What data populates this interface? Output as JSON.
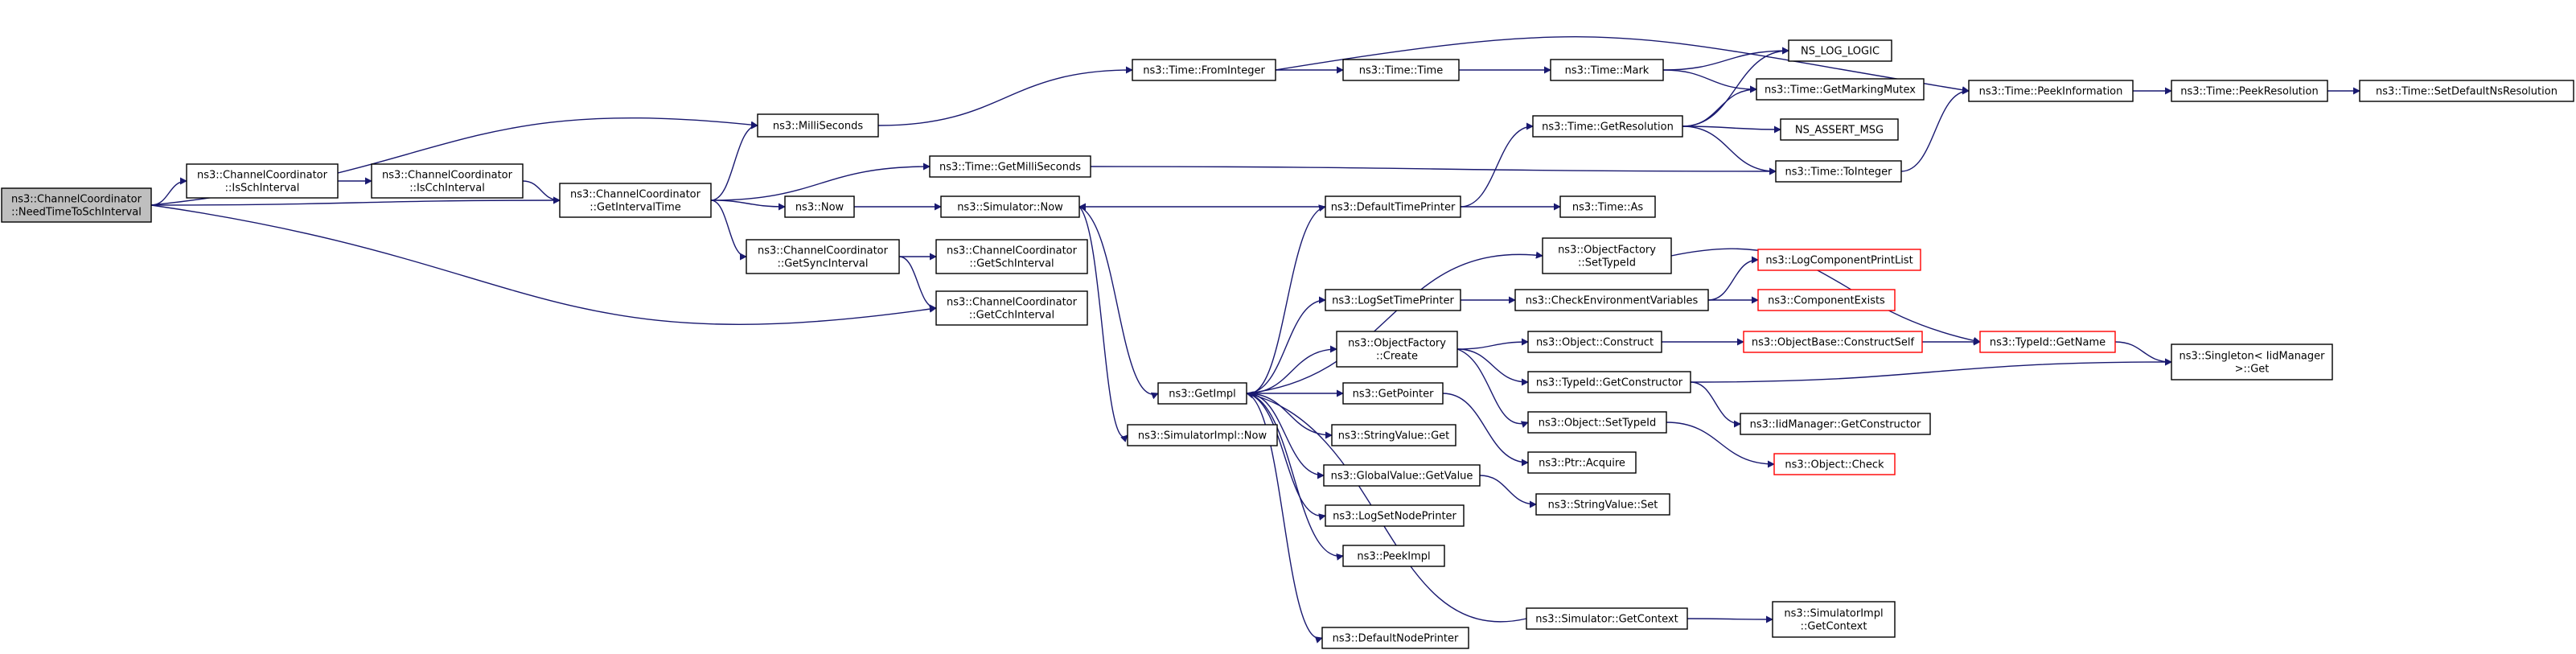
{
  "graph": {
    "colors": {
      "edge": "#191970",
      "truncated_border": "#ff0000",
      "root_fill": "#bfbfbf"
    },
    "nodes": {
      "root": {
        "lines": [
          "ns3::ChannelCoordinator",
          "::NeedTimeToSchInterval"
        ]
      },
      "isSch": {
        "lines": [
          "ns3::ChannelCoordinator",
          "::IsSchInterval"
        ]
      },
      "isCch": {
        "lines": [
          "ns3::ChannelCoordinator",
          "::IsCchInterval"
        ]
      },
      "getInterval": {
        "lines": [
          "ns3::ChannelCoordinator",
          "::GetIntervalTime"
        ]
      },
      "milliSeconds": {
        "lines": [
          "ns3::MilliSeconds"
        ]
      },
      "now": {
        "lines": [
          "ns3::Now"
        ]
      },
      "getSync": {
        "lines": [
          "ns3::ChannelCoordinator",
          "::GetSyncInterval"
        ]
      },
      "getSch": {
        "lines": [
          "ns3::ChannelCoordinator",
          "::GetSchInterval"
        ]
      },
      "getCch": {
        "lines": [
          "ns3::ChannelCoordinator",
          "::GetCchInterval"
        ]
      },
      "fromInteger": {
        "lines": [
          "ns3::Time::FromInteger"
        ]
      },
      "getMilli": {
        "lines": [
          "ns3::Time::GetMilliSeconds"
        ]
      },
      "simNow": {
        "lines": [
          "ns3::Simulator::Now"
        ]
      },
      "getImpl": {
        "lines": [
          "ns3::GetImpl"
        ]
      },
      "simImplNow": {
        "lines": [
          "ns3::SimulatorImpl::Now"
        ]
      },
      "timeTime": {
        "lines": [
          "ns3::Time::Time"
        ]
      },
      "timeMark": {
        "lines": [
          "ns3::Time::Mark"
        ]
      },
      "nsLogLogic": {
        "lines": [
          "NS_LOG_LOGIC"
        ]
      },
      "getMarkingMutex": {
        "lines": [
          "ns3::Time::GetMarkingMutex"
        ]
      },
      "getResolution": {
        "lines": [
          "ns3::Time::GetResolution"
        ]
      },
      "nsAssertMsg": {
        "lines": [
          "NS_ASSERT_MSG"
        ]
      },
      "toInteger": {
        "lines": [
          "ns3::Time::ToInteger"
        ]
      },
      "peekInfo": {
        "lines": [
          "ns3::Time::PeekInformation"
        ]
      },
      "peekResolution": {
        "lines": [
          "ns3::Time::PeekResolution"
        ]
      },
      "setDefaultNs": {
        "lines": [
          "ns3::Time::SetDefaultNsResolution"
        ]
      },
      "defaultTimePrinter": {
        "lines": [
          "ns3::DefaultTimePrinter"
        ]
      },
      "timeAs": {
        "lines": [
          "ns3::Time::As"
        ]
      },
      "ofSetTypeId": {
        "lines": [
          "ns3::ObjectFactory",
          "::SetTypeId"
        ]
      },
      "logSetTimePrinter": {
        "lines": [
          "ns3::LogSetTimePrinter"
        ]
      },
      "checkEnv": {
        "lines": [
          "ns3::CheckEnvironmentVariables"
        ]
      },
      "logCompPrintList": {
        "lines": [
          "ns3::LogComponentPrintList"
        ]
      },
      "componentExists": {
        "lines": [
          "ns3::ComponentExists"
        ]
      },
      "ofCreate": {
        "lines": [
          "ns3::ObjectFactory",
          "::Create"
        ]
      },
      "objConstruct": {
        "lines": [
          "ns3::Object::Construct"
        ]
      },
      "constructSelf": {
        "lines": [
          "ns3::ObjectBase::ConstructSelf"
        ]
      },
      "typeIdGetName": {
        "lines": [
          "ns3::TypeId::GetName"
        ]
      },
      "singletonGet": {
        "lines": [
          "ns3::Singleton< IidManager",
          " >::Get"
        ]
      },
      "typeIdGetCtor": {
        "lines": [
          "ns3::TypeId::GetConstructor"
        ]
      },
      "objSetTypeId": {
        "lines": [
          "ns3::Object::SetTypeId"
        ]
      },
      "iidGetCtor": {
        "lines": [
          "ns3::IidManager::GetConstructor"
        ]
      },
      "objCheck": {
        "lines": [
          "ns3::Object::Check"
        ]
      },
      "getPointer": {
        "lines": [
          "ns3::GetPointer"
        ]
      },
      "ptrAcquire": {
        "lines": [
          "ns3::Ptr::Acquire"
        ]
      },
      "stringValueGet": {
        "lines": [
          "ns3::StringValue::Get"
        ]
      },
      "globalValueGet": {
        "lines": [
          "ns3::GlobalValue::GetValue"
        ]
      },
      "stringValueSet": {
        "lines": [
          "ns3::StringValue::Set"
        ]
      },
      "logSetNodePrinter": {
        "lines": [
          "ns3::LogSetNodePrinter"
        ]
      },
      "peekImpl": {
        "lines": [
          "ns3::PeekImpl"
        ]
      },
      "simGetContext": {
        "lines": [
          "ns3::Simulator::GetContext"
        ]
      },
      "simImplGetContext": {
        "lines": [
          "ns3::SimulatorImpl",
          "::GetContext"
        ]
      },
      "defaultNodePrinter": {
        "lines": [
          "ns3::DefaultNodePrinter"
        ]
      }
    }
  }
}
